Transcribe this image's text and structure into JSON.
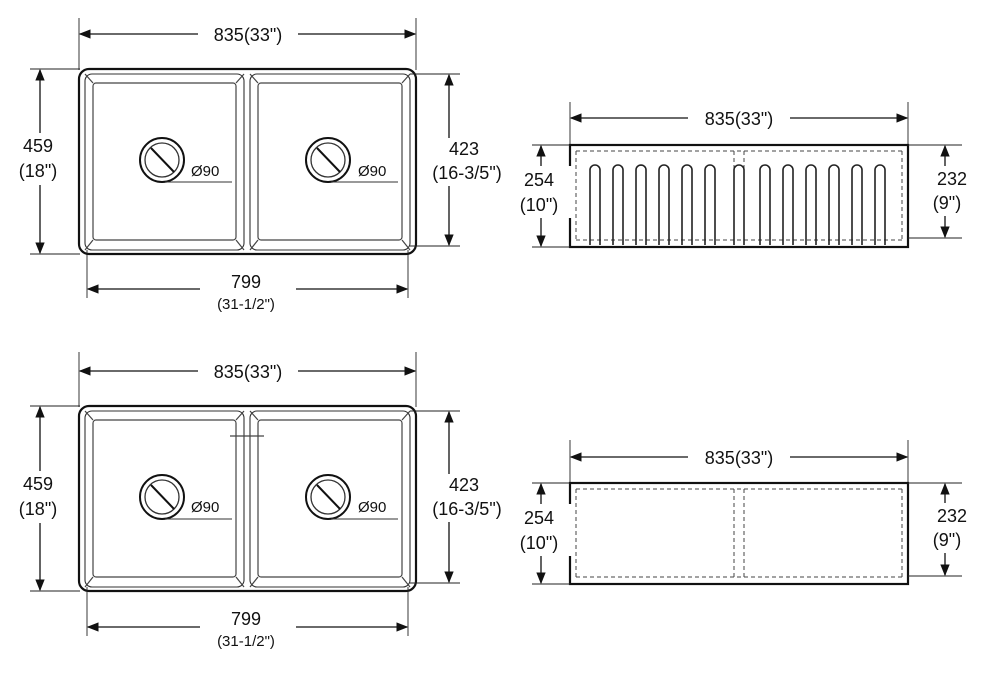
{
  "diagram": {
    "width_overall": "835(33\")",
    "depth_overall_mm": "459",
    "depth_overall_in": "(18\")",
    "bowl_depth_mm": "423",
    "bowl_depth_in": "(16-3/5\")",
    "bowl_width_mm": "799",
    "bowl_width_in": "(31-1/2\")",
    "drain_diameter": "90",
    "front_height_outer_mm": "254",
    "front_height_outer_in": "(10\")",
    "front_height_inner_mm": "232",
    "front_height_inner_in": "(9\")"
  }
}
